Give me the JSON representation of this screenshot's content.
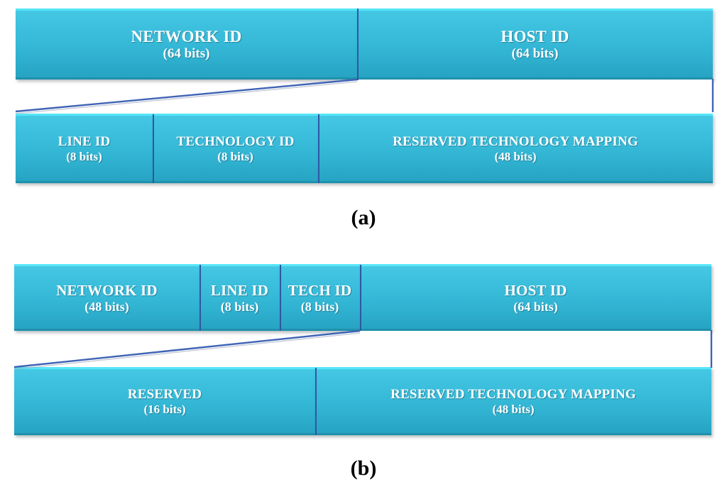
{
  "figure": {
    "type": "address-format-diagram",
    "colors": {
      "field_fill_top": "#45c8e4",
      "field_fill_bottom": "#26a2c1",
      "field_highlight": "#55e6f7",
      "divider": "#2f57a6",
      "connector": "#3f63b5",
      "text": "#ffffff",
      "caption": "#000000",
      "background": "#ffffff"
    }
  },
  "subfigures": [
    {
      "caption": "(a)",
      "rows": [
        {
          "name": "address-row",
          "fields": [
            {
              "name": "NETWORK ID",
              "bits": "(64 bits)"
            },
            {
              "name": "HOST ID",
              "bits": "(64 bits)"
            }
          ]
        },
        {
          "name": "expanded-row",
          "fields": [
            {
              "name": "LINE ID",
              "bits": "(8 bits)"
            },
            {
              "name": "TECHNOLOGY ID",
              "bits": "(8 bits)"
            },
            {
              "name": "RESERVED TECHNOLOGY MAPPING",
              "bits": "(48 bits)"
            }
          ]
        }
      ]
    },
    {
      "caption": "(b)",
      "rows": [
        {
          "name": "address-row",
          "fields": [
            {
              "name": "NETWORK ID",
              "bits": "(48 bits)"
            },
            {
              "name": "LINE ID",
              "bits": "(8 bits)"
            },
            {
              "name": "TECH ID",
              "bits": "(8 bits)"
            },
            {
              "name": "HOST ID",
              "bits": "(64 bits)"
            }
          ]
        },
        {
          "name": "expanded-row",
          "fields": [
            {
              "name": "RESERVED",
              "bits": "(16 bits)"
            },
            {
              "name": "RESERVED TECHNOLOGY MAPPING",
              "bits": "(48 bits)"
            }
          ]
        }
      ]
    }
  ]
}
